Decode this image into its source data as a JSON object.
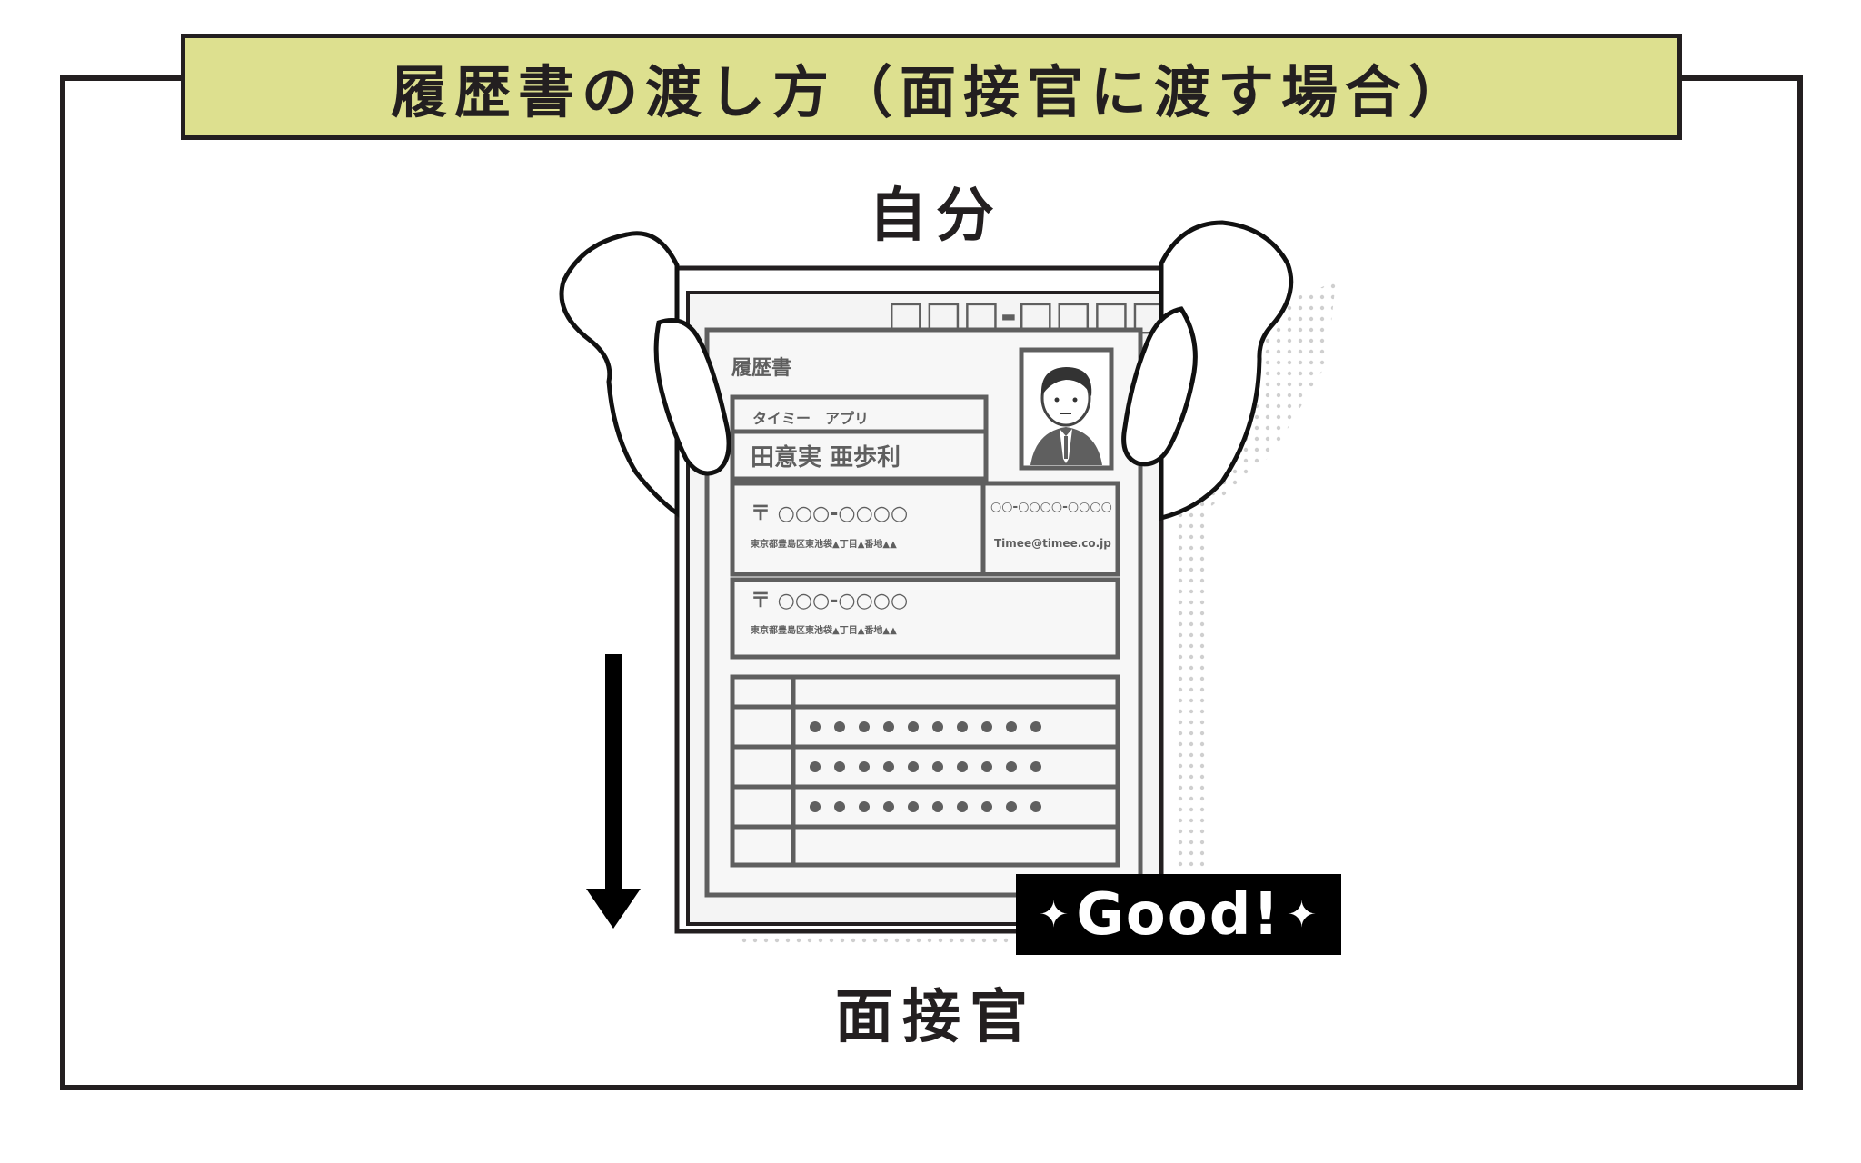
{
  "title": "履歴書の渡し方（面接官に渡す場合）",
  "labels": {
    "self": "自分",
    "interviewer": "面接官"
  },
  "badge": {
    "text": "Good!"
  },
  "resume": {
    "postal_header": "□□□-□□□□",
    "doc_title": "履歴書",
    "furigana": "タイミー　アプリ",
    "name": "田意実 亜歩利",
    "address1_zip": "〒 ○○○-○○○○",
    "address1": "東京都豊島区東池袋▲丁目▲番地▲▲",
    "phone": "○○-○○○○-○○○○",
    "email": "Timee@timee.co.jp",
    "address2_zip": "〒 ○○○-○○○○",
    "address2": "東京都豊島区東池袋▲丁目▲番地▲▲"
  },
  "colors": {
    "accent": "#dde08f",
    "ink": "#231f20",
    "doc_line": "#5f5f5f"
  },
  "icons": [
    "down-arrow-icon",
    "sparkle-icon",
    "person-photo-icon",
    "hand-icon"
  ]
}
